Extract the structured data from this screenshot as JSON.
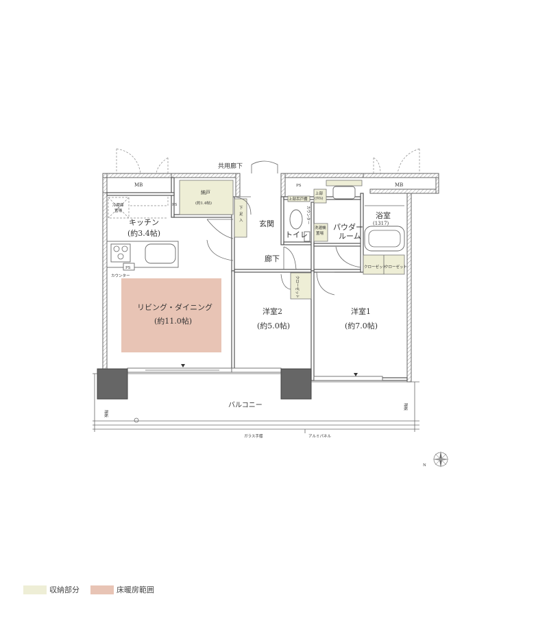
{
  "labels": {
    "common_corridor": "共用廊下",
    "mb_left": "MB",
    "mb_right": "MB",
    "nando": "納戸",
    "nando_size": "(約1.4帖)",
    "ps_left": "PS",
    "ps_right": "PS",
    "fridge": "冷蔵庫",
    "fridge_sub": "置場",
    "kitchen": "キッチン",
    "kitchen_size": "(約3.4帖)",
    "kitchen_ps": "PS",
    "counter_left": "カウンター",
    "shoe_a": "下",
    "shoe_b": "足",
    "shoe_c": "入",
    "entrance": "玄関",
    "toilet": "トイレ",
    "toilet_shelf": "上部吊戸棚",
    "toilet_counter": "カウンター",
    "upper_shelf_a": "上部",
    "upper_shelf_b": "(ﾀｵﾙ)",
    "washer": "洗濯機",
    "washer_sub": "置場",
    "powder_a": "パウダー",
    "powder_b": "ルーム",
    "bath": "浴室",
    "bath_size": "(1317)",
    "closet_a": "クローゼット",
    "closet_b": "クローゼット",
    "hallway": "廊下",
    "closet_c": "クローゼット",
    "living": "リビング・ダイニング",
    "living_size": "(約11.0帖)",
    "room2": "洋室2",
    "room2_size": "(約5.0帖)",
    "room1": "洋室1",
    "room1_size": "(約7.0帖)",
    "balcony": "バルコニー",
    "glass_rail": "ガラス手摺",
    "alu_panel": "アルミパネル",
    "partition_left": "隔板",
    "partition_right": "隔板",
    "compass_n": "N"
  },
  "legend": [
    {
      "label": "収納部分",
      "color": "#eeeed6"
    },
    {
      "label": "床暖房範囲",
      "color": "#e8c4b5"
    }
  ],
  "colors": {
    "storage": "#eeeed6",
    "floor_heating": "#e8c4b5",
    "wall": "#555555",
    "column": "#666666"
  }
}
